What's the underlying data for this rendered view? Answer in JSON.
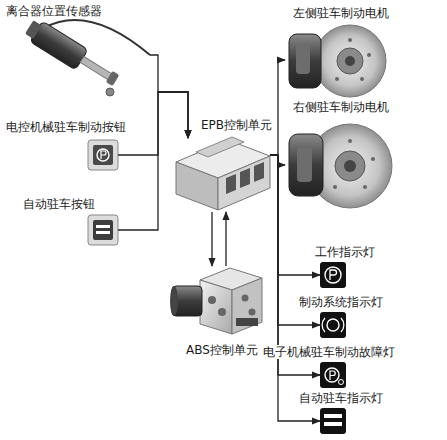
{
  "diagram": {
    "nodes": [
      {
        "text": [
          "离合器位置传感器"
        ]
      },
      {
        "text": [
          "电控机械驻车制动按钮"
        ]
      },
      {
        "text": [
          "自动驻车按钮"
        ]
      },
      {
        "text": [
          "EPB控制单元"
        ]
      },
      {
        "text": [
          "ABS控制单元"
        ]
      },
      {
        "text": [
          "左侧驻车制动电机"
        ]
      },
      {
        "text": [
          "右侧驻车制动电机"
        ]
      },
      {
        "text": [
          "工作指示灯"
        ]
      },
      {
        "text": [
          "制动系统指示灯"
        ]
      },
      {
        "text": [
          "电子机械驻车制动故障灯"
        ]
      },
      {
        "text": [
          "自动驻车指示灯"
        ]
      }
    ],
    "edges": [
      {
        "from": 0,
        "to": 3,
        "arrow": "to"
      },
      {
        "from": 1,
        "to": 3,
        "arrow": "to"
      },
      {
        "from": 2,
        "to": 3,
        "arrow": "to"
      },
      {
        "from": 3,
        "to": 4,
        "arrow": "to"
      },
      {
        "from": 4,
        "to": 3,
        "arrow": "to"
      },
      {
        "from": 3,
        "to": 5,
        "arrow": "to"
      },
      {
        "from": 3,
        "to": 6,
        "arrow": "to"
      },
      {
        "from": 3,
        "to": 7,
        "arrow": "to"
      },
      {
        "from": 3,
        "to": 8,
        "arrow": "to"
      },
      {
        "from": 3,
        "to": 9,
        "arrow": "to"
      },
      {
        "from": 3,
        "to": 10,
        "arrow": "to"
      }
    ]
  }
}
